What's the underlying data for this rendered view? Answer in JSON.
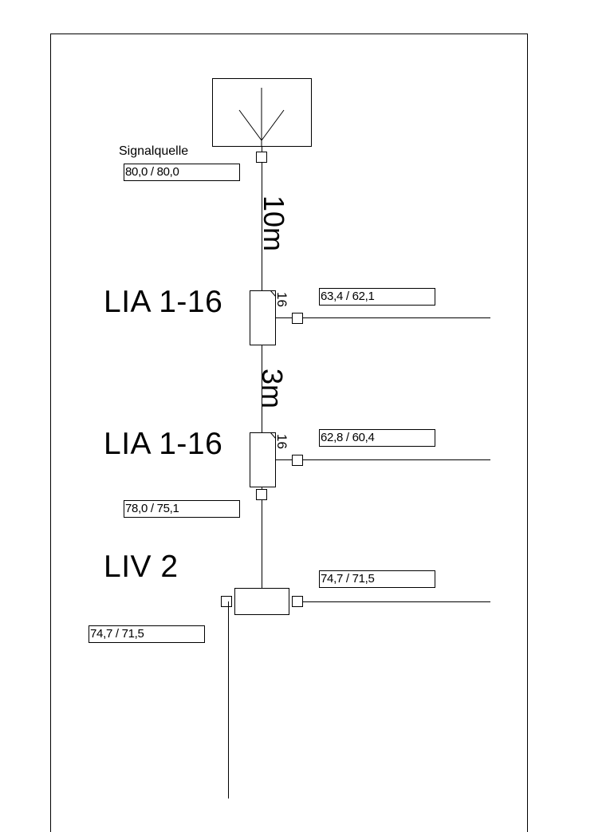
{
  "source": {
    "label": "Signalquelle",
    "level": "80,0 / 80,0"
  },
  "cables": [
    {
      "length": "10m"
    },
    {
      "length": "3m"
    }
  ],
  "taps": [
    {
      "name": "LIA 1-16",
      "tap_value": "16",
      "branch_level": "63,4 / 62,1"
    },
    {
      "name": "LIA 1-16",
      "tap_value": "16",
      "branch_level": "62,8 / 60,4",
      "output_level": "78,0 / 75,1"
    }
  ],
  "splitter": {
    "name": "LIV 2",
    "right_level": "74,7 / 71,5",
    "left_level": "74,7 / 71,5"
  }
}
